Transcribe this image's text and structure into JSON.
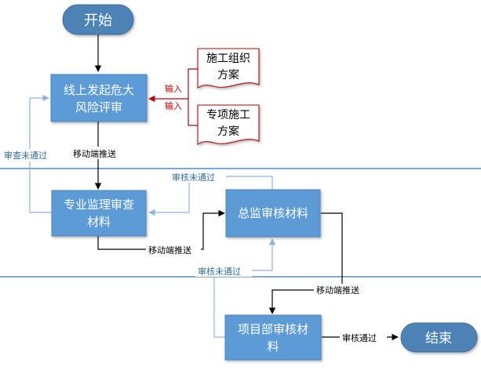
{
  "nodes": {
    "start": "开始",
    "initiate": [
      "线上发起危大",
      "风险评审"
    ],
    "doc_construction_org": [
      "施工组织",
      "方案"
    ],
    "doc_special_construction": [
      "专项施工",
      "方案"
    ],
    "supervisor_review": [
      "专业监理审查",
      "材料"
    ],
    "chief_supervisor_review": "总监审核材料",
    "project_dept_review": [
      "项目部审核材",
      "料"
    ],
    "end": "结束"
  },
  "edge_labels": {
    "input_1": "输入",
    "input_2": "输入",
    "mobile_push_1": "移动端推送",
    "mobile_push_2": "移动端推送",
    "mobile_push_3": "移动端推送",
    "check_not_passed": "审查未通过",
    "audit_not_passed_1": "审核未通过",
    "audit_not_passed_2": "审核未通过",
    "audit_passed": "审核通过"
  },
  "colors": {
    "process_fill": "#5b9bd5",
    "process_stroke": "#4a84bd",
    "terminal_fill": "#4e82b6",
    "flow_line": "#000000",
    "input_line": "#c00000",
    "feedback_line": "#8db3e2",
    "swimlane_line": "#2e75b6",
    "feedback_text": "#2f6f9f",
    "input_text": "#c00000"
  }
}
